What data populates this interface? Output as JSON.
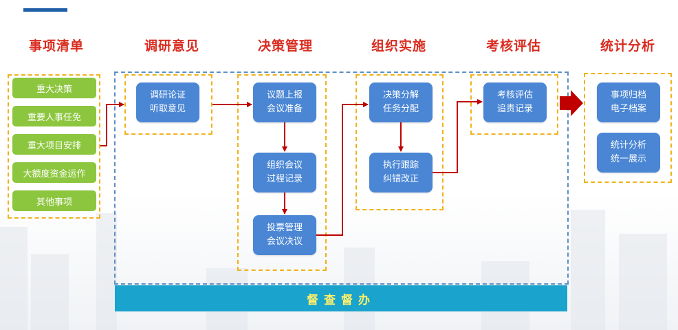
{
  "stages": [
    {
      "key": "list",
      "title": "事项清单"
    },
    {
      "key": "research",
      "title": "调研意见"
    },
    {
      "key": "decision",
      "title": "决策管理"
    },
    {
      "key": "implement",
      "title": "组织实施"
    },
    {
      "key": "assess",
      "title": "考核评估"
    },
    {
      "key": "stats",
      "title": "统计分析"
    }
  ],
  "items": [
    "重大决策",
    "重要人事任免",
    "重大项目安排",
    "大额度资金运作",
    "其他事项"
  ],
  "boxes": {
    "research": {
      "line1": "调研论证",
      "line2": "听取意见"
    },
    "report": {
      "line1": "议题上报",
      "line2": "会议准备"
    },
    "meeting": {
      "line1": "组织会议",
      "line2": "过程记录"
    },
    "vote": {
      "line1": "投票管理",
      "line2": "会议决议"
    },
    "decompose": {
      "line1": "决策分解",
      "line2": "任务分配"
    },
    "track": {
      "line1": "执行跟踪",
      "line2": "纠错改正"
    },
    "assess": {
      "line1": "考核评估",
      "line2": "追责记录"
    },
    "archive": {
      "line1": "事项归档",
      "line2": "电子档案"
    },
    "display": {
      "line1": "统计分析",
      "line2": "统一展示"
    }
  },
  "supervision": "督查督办",
  "colors": {
    "title_red": "#d92b1f",
    "item_green": "#8cc63e",
    "box_blue": "#4a86d4",
    "dash_yellow": "#f0b21a",
    "dash_blue": "#5d8fc4",
    "bar_teal": "#1aa3cc",
    "bar_text": "#fff06a",
    "arrow_red": "#c00000"
  }
}
